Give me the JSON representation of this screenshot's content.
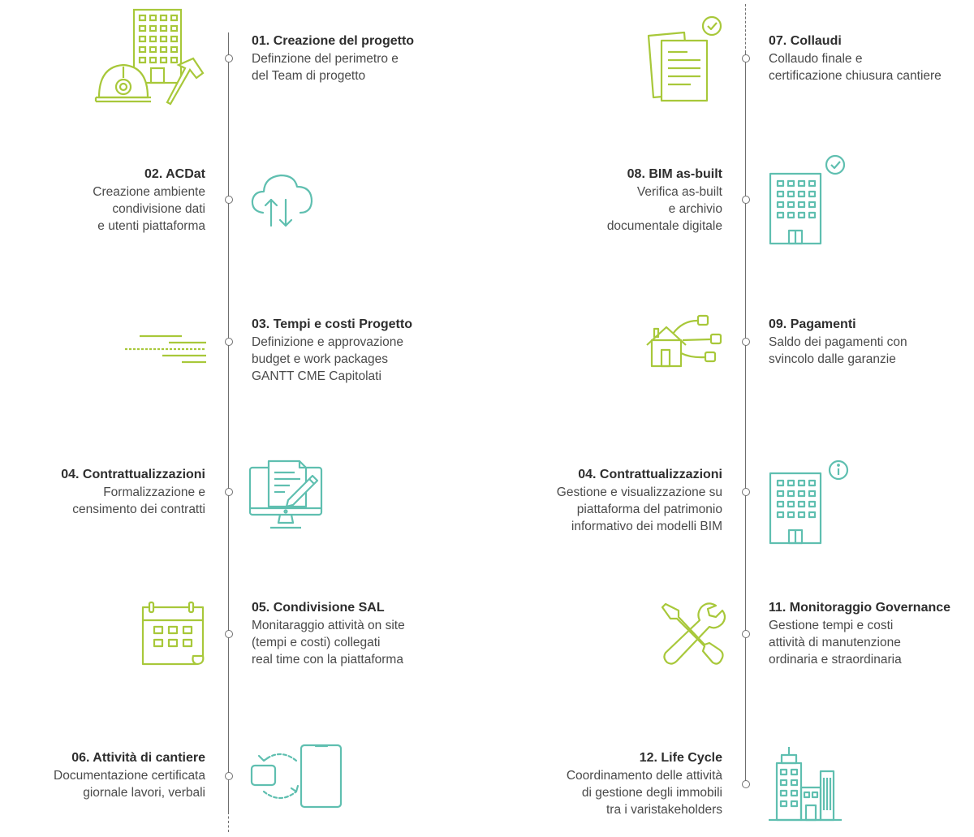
{
  "colors": {
    "green": "#a8c83a",
    "teal": "#5fbfb0",
    "line": "#6f6f6f",
    "title": "#2e2e2e",
    "text": "#4a4a4a"
  },
  "left_steps": [
    {
      "title": "01. Creazione del progetto",
      "description": "Definzione del perimetro e\ndel Team di progetto",
      "icon": "construction-building-icon"
    },
    {
      "title": "02. ACDat",
      "description": "Creazione ambiente\ncondivisione dati\ne utenti piattaforma",
      "icon": "cloud-sync-icon"
    },
    {
      "title": "03. Tempi e costi Progetto",
      "description": "Definizione e approvazione\nbudget e work packages\nGANTT CME Capitolati",
      "icon": "gantt-lines-icon"
    },
    {
      "title": "04. Contrattualizzazioni",
      "description": "Formalizzazione e\ncensimento dei contratti",
      "icon": "monitor-contract-icon"
    },
    {
      "title": "05. Condivisione SAL",
      "description": "Monitaraggio attività on site\n(tempi e costi) collegati\nreal time con la piattaforma",
      "icon": "calendar-icon"
    },
    {
      "title": "06. Attività di cantiere",
      "description": "Documentazione certificata\ngiornale lavori, verbali",
      "icon": "device-sync-icon"
    }
  ],
  "right_steps": [
    {
      "title": "07. Collaudi",
      "description": "Collaudo finale e\ncertificazione chiusura cantiere",
      "icon": "documents-check-icon"
    },
    {
      "title": "08. BIM as-built",
      "description": "Verifica as-built\ne archivio\ndocumentale digitale",
      "icon": "building-check-icon"
    },
    {
      "title": "09. Pagamenti",
      "description": "Saldo dei pagamenti con\nsvincolo dalle garanzie",
      "icon": "house-network-icon"
    },
    {
      "title": "04. Contrattualizzazioni",
      "description": "Gestione e visualizzazione su\npiattaforma del patrimonio\ninformativo dei modelli BIM",
      "icon": "building-info-icon"
    },
    {
      "title": "11. Monitoraggio Governance",
      "description": "Gestione tempi e costi\nattività di manutenzione\nordinaria e straordinaria",
      "icon": "tools-icon"
    },
    {
      "title": "12. Life Cycle",
      "description": "Coordinamento delle attività\ndi gestione degli immobili\ntra i varistakeholders",
      "icon": "city-buildings-icon"
    }
  ]
}
